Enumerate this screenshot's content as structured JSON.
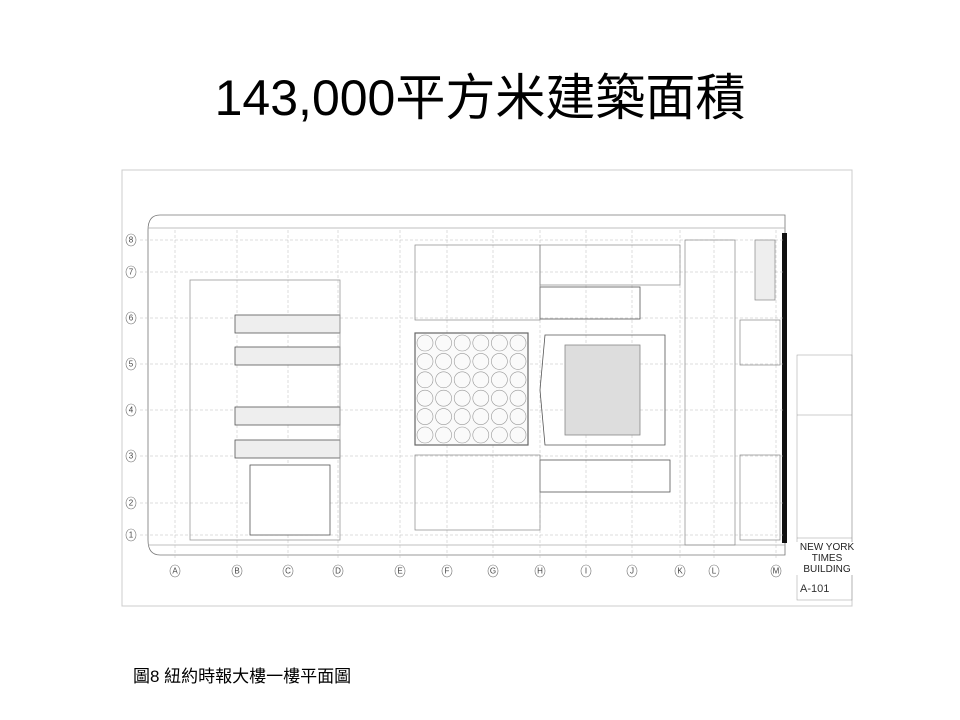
{
  "slide": {
    "title": "143,000平方米建築面積",
    "caption": "圖8 紐約時報大樓一樓平面圖"
  },
  "floor_plan": {
    "column_labels": [
      "A",
      "B",
      "C",
      "D",
      "E",
      "F",
      "G",
      "H",
      "I",
      "J",
      "K",
      "L",
      "M"
    ],
    "row_labels": [
      "8",
      "7",
      "6",
      "5",
      "4",
      "3",
      "2",
      "1"
    ],
    "title_block": {
      "project": "NEW YORK TIMES BUILDING",
      "sheet_number": "A-101"
    }
  }
}
